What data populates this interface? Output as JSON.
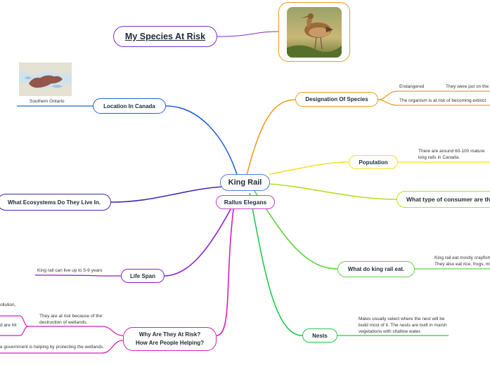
{
  "title": "My Species At Risk",
  "center": {
    "label": "King Rail",
    "subtitle": "Rallus Elegans"
  },
  "branches": {
    "designation": {
      "label": "Designation Of Species",
      "endangered": "Endangered",
      "put_on": "They were put on the e",
      "definition": "The organism is at risk of becoming extinct.",
      "color": "#f59a1a"
    },
    "population": {
      "label": "Population",
      "note_line1": "There are around 60-100 mature",
      "note_line2": "king rails in Canada.",
      "color": "#f2e21e"
    },
    "consumer": {
      "label": "What type of consumer are the",
      "color": "#b4e01c"
    },
    "eat": {
      "label": "What do king rail eat.",
      "note_line1": "King rail eat mostly crayfish a",
      "note_line2": "They also eat rice, frogs, mic",
      "color": "#5fd33a"
    },
    "nests": {
      "label": "Nests",
      "note_line1": "Males usually select where the nest will be",
      "note_line2": "build most  of it. The nests are built in marsh",
      "note_line3": "vegetations with shallow water.",
      "color": "#25c84a"
    },
    "location": {
      "label": "Location In Canada",
      "map_caption": "Southern Ontario",
      "color": "#2560dd"
    },
    "ecosystems": {
      "label": "What Ecosystems Do They Live In.",
      "color": "#3b2bb8"
    },
    "lifespan": {
      "label": "Life Span",
      "note": "King rail can live up to 5-9 years",
      "color": "#8b1fcf"
    },
    "risk": {
      "label_line1": "Why Are They At Risk?",
      "label_line2": "How Are People Helping?",
      "pollution": "ollution,",
      "wetlands_line1": "They are at risk because of the",
      "wetlands_line2": "destruction of wetlands.",
      "hit": "d are hit",
      "helping": "e government is helping by protecting the wetlands.",
      "color": "#d61fb8"
    }
  }
}
